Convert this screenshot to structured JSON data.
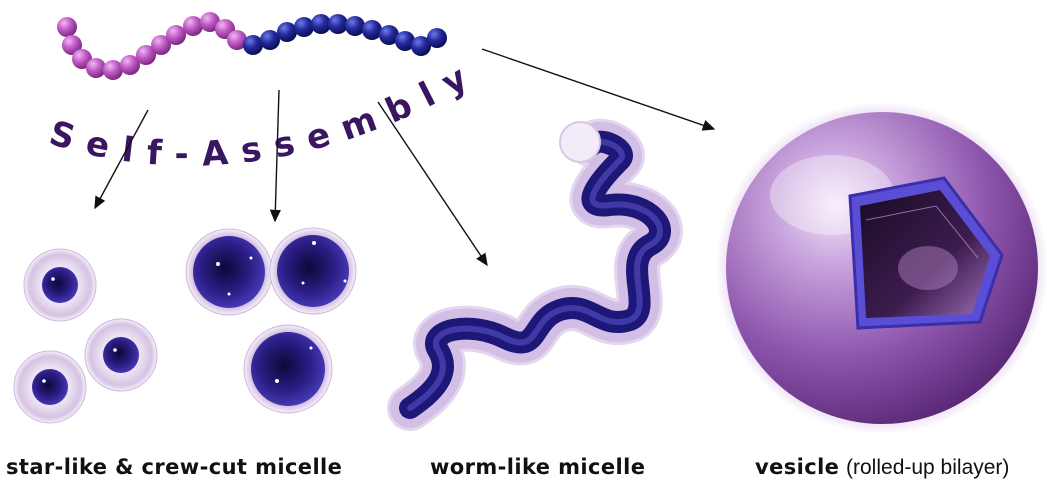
{
  "diagram": {
    "process_label": "Self-Assembly",
    "captions": {
      "star": "star-like & crew-cut micelle",
      "worm": "worm-like micelle",
      "vesicle_bold": "vesicle",
      "vesicle_note": "(rolled-up bilayer)"
    },
    "colors": {
      "hydrophilic_block": "#b24fb8",
      "hydrophobic_block": "#1c1f8a",
      "label_text": "#3a1560",
      "corona": "#d9c4e4",
      "vesicle": "#9a5cb8"
    },
    "icons": {
      "polymer": "diblock-copolymer-chain",
      "arrows": "self-assembly-arrow"
    }
  }
}
